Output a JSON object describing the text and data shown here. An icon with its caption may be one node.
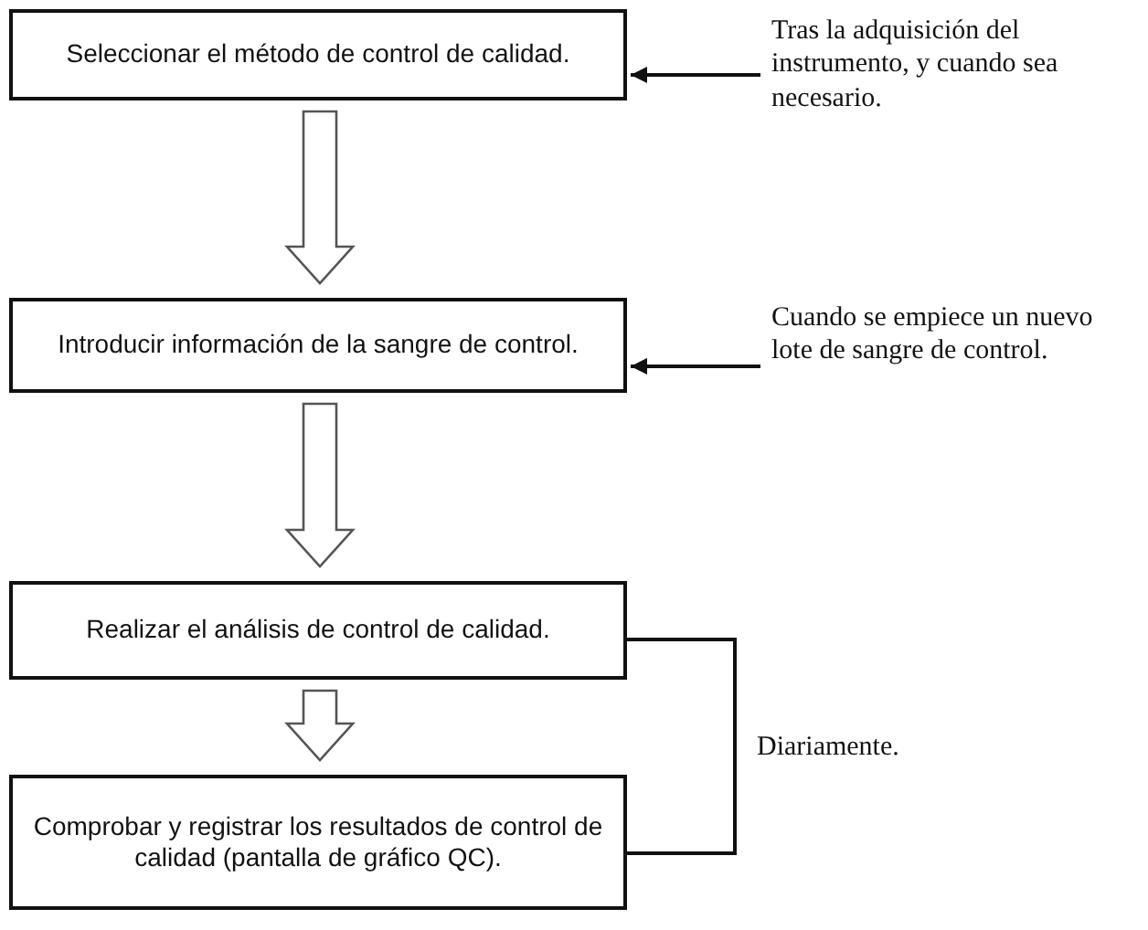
{
  "diagram": {
    "nodes": [
      {
        "text": [
          "Seleccionar el método de control de calidad."
        ]
      },
      {
        "text": [
          "Introducir información de la sangre de control."
        ]
      },
      {
        "text": [
          "Realizar el análisis de control de calidad."
        ]
      },
      {
        "text": [
          "Comprobar y registrar los resultados de control de calidad (pantalla de gráfico QC)."
        ]
      },
      {
        "text": [
          "Tras la adquisición del instrumento, y cuando sea necesario."
        ]
      },
      {
        "text": [
          "Cuando se empiece un nuevo lote de sangre de control."
        ]
      }
    ],
    "edges": [
      {
        "from": 0,
        "to": 1,
        "arrow": "to"
      },
      {
        "from": 1,
        "to": 2,
        "arrow": "to"
      },
      {
        "from": 2,
        "to": 3,
        "arrow": "to"
      },
      {
        "from": 4,
        "to": 0,
        "arrow": "to"
      },
      {
        "from": 5,
        "to": 1,
        "arrow": "to"
      },
      {
        "from": 2,
        "to": 3,
        "arrow": "none",
        "label": "Diariamente."
      }
    ]
  }
}
